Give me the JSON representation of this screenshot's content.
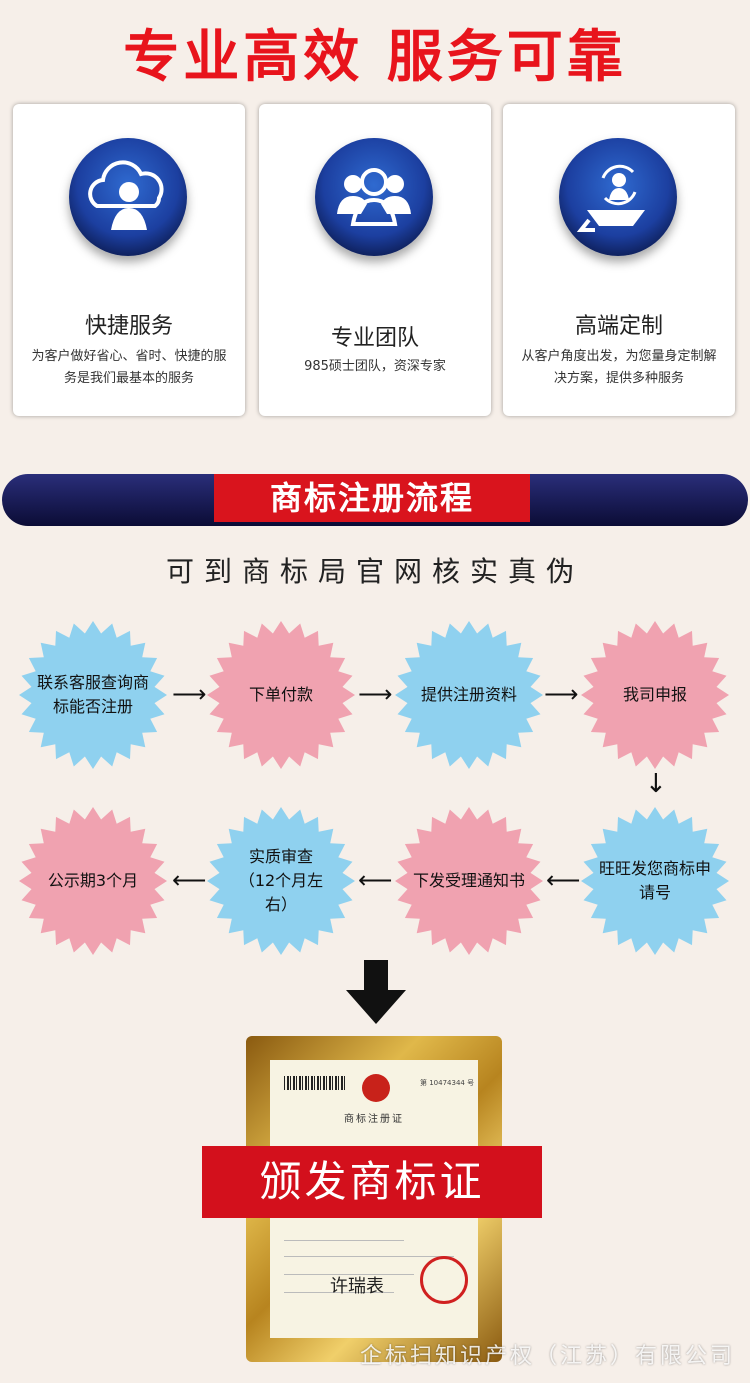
{
  "hero": {
    "title": "专业高效  服务可靠"
  },
  "features": [
    {
      "icon": "cloud-person-icon",
      "title": "快捷服务",
      "desc": "为客户做好省心、省时、快捷的服务是我们最基本的服务"
    },
    {
      "icon": "team-icon",
      "title": "专业团队",
      "desc": "985硕士团队，资深专家"
    },
    {
      "icon": "custom-service-icon",
      "title": "高端定制",
      "desc": "从客户角度出发，为您量身定制解决方案，提供多种服务"
    }
  ],
  "process": {
    "banner": "商标注册流程",
    "subtitle": "可到商标局官网核实真伪",
    "steps": [
      {
        "label": "联系客服查询商标能否注册",
        "color": "#8fd1ef"
      },
      {
        "label": "下单付款",
        "color": "#f0a2b0"
      },
      {
        "label": "提供注册资料",
        "color": "#8fd1ef"
      },
      {
        "label": "我司申报",
        "color": "#f0a2b0"
      },
      {
        "label": "旺旺发您商标申请号",
        "color": "#8fd1ef"
      },
      {
        "label": "下发受理通知书",
        "color": "#f0a2b0"
      },
      {
        "label": "实质审查（12个月左右）",
        "color": "#8fd1ef"
      },
      {
        "label": "公示期3个月",
        "color": "#f0a2b0"
      }
    ]
  },
  "certificate": {
    "heading": "商标注册证",
    "number": "第 10474344 号",
    "issue_label": "颁发商标证",
    "watermark": "企标扫知识产权（江苏）有限公司"
  },
  "colors": {
    "accent_red": "#d9141d",
    "navy": "#0b0c35",
    "burst_blue": "#8fd1ef",
    "burst_pink": "#f0a2b0"
  }
}
